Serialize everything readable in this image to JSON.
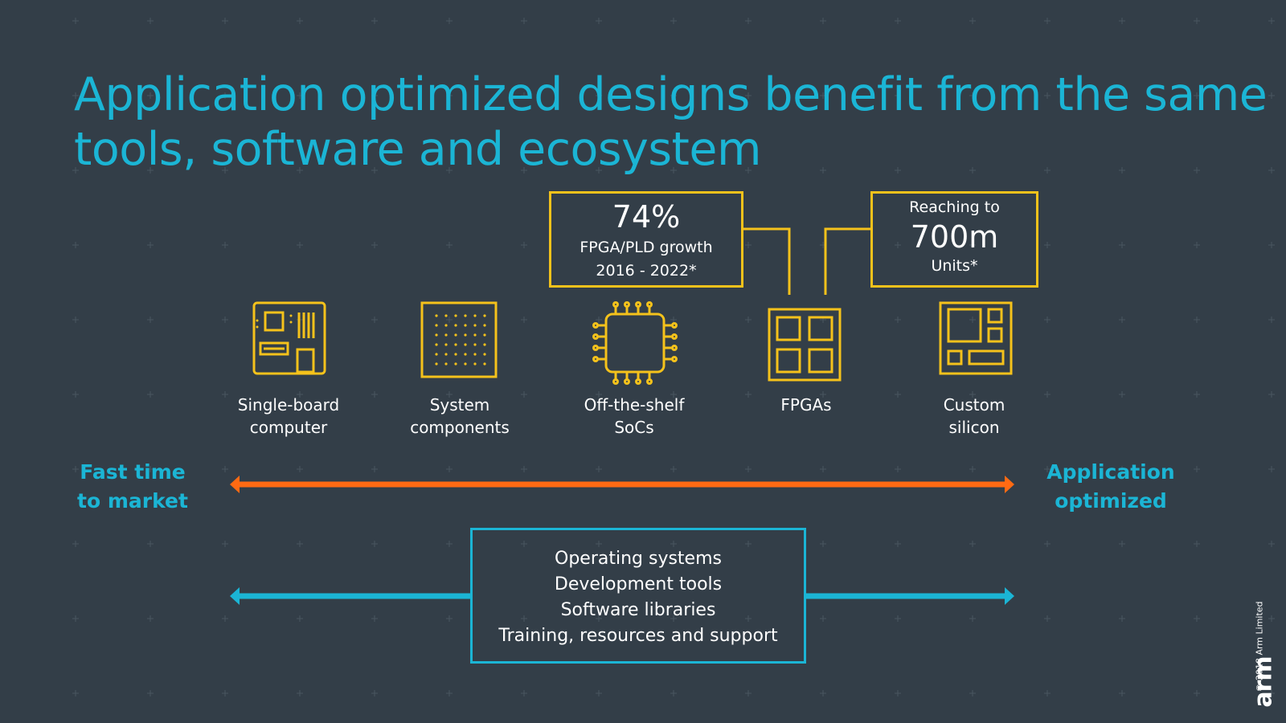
{
  "colors": {
    "background": "#333e48",
    "accent_blue": "#1bb5d5",
    "accent_yellow": "#f5c21b",
    "accent_orange": "#ff6a13",
    "text": "#ffffff"
  },
  "title": {
    "line1": "Application optimized designs benefit from the same",
    "line2": "tools, software and ecosystem"
  },
  "callouts": {
    "fpga_growth": {
      "value": "74%",
      "line1": "FPGA/PLD growth",
      "line2": "2016 - 2022*"
    },
    "units": {
      "prefix": "Reaching to",
      "value": "700m",
      "suffix": "Units*"
    }
  },
  "products": [
    {
      "icon": "motherboard-icon",
      "line1": "Single-board",
      "line2": "computer"
    },
    {
      "icon": "component-grid-icon",
      "line1": "System",
      "line2": "components"
    },
    {
      "icon": "chip-icon",
      "line1": "Off-the-shelf",
      "line2": "SoCs"
    },
    {
      "icon": "fpga-grid-icon",
      "line1": "FPGAs",
      "line2": ""
    },
    {
      "icon": "custom-silicon-icon",
      "line1": "Custom",
      "line2": "silicon"
    }
  ],
  "spectrum": {
    "left_line1": "Fast time",
    "left_line2": "to market",
    "right_line1": "Application",
    "right_line2": "optimized"
  },
  "ecosystem": [
    "Operating systems",
    "Development tools",
    "Software libraries",
    "Training, resources and support"
  ],
  "footer": {
    "copyright": "© 2018 Arm Limited",
    "logo": "arm"
  }
}
